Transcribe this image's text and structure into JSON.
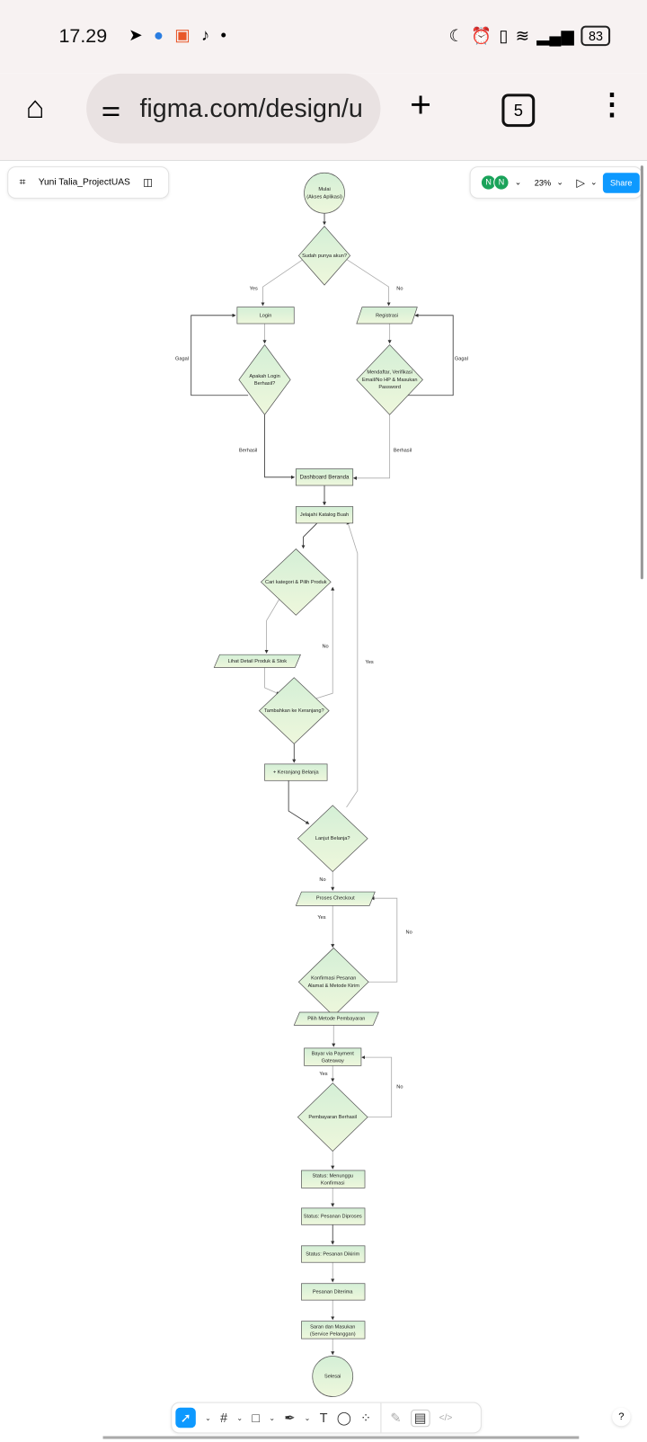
{
  "status_bar": {
    "time": "17.29",
    "battery": "83"
  },
  "browser": {
    "url": "figma.com/design/u",
    "tab_count": "5"
  },
  "figma": {
    "file_name": "Yuni Talia_ProjectUAS",
    "avatars": [
      "N",
      "N"
    ],
    "zoom": "23%",
    "share_label": "Share",
    "help_label": "?"
  },
  "flowchart": {
    "start": [
      "Mulai",
      "(Akses Aplikasi)"
    ],
    "has_account": [
      "Sudah punya akun?"
    ],
    "login": [
      "Login"
    ],
    "register": [
      "Registrasi"
    ],
    "login_ok": [
      "Apakah Login",
      "Berhasil?"
    ],
    "signup": [
      "Mendaftar, Verifikasi",
      "Email/No HP & Masukan",
      "Password"
    ],
    "dashboard": [
      "Dashboard Beranda"
    ],
    "browse": [
      "Jelajahi Katalog Buah"
    ],
    "search": [
      "Cari kategori & Pilih Produk"
    ],
    "detail": [
      "Lihat Detail Produk & Stok"
    ],
    "add_cart_q": [
      "Tambahkan ke Keranjang?"
    ],
    "cart": [
      "+ Keranjang Belanja"
    ],
    "continue_q": [
      "Lanjut Belanja?"
    ],
    "checkout": [
      "Proses Checkout"
    ],
    "confirm": [
      "Konfirmasi Pesanan",
      "Alamat & Metode Kirim"
    ],
    "pay_method": [
      "Pilih Metode Pembayaran"
    ],
    "pay": [
      "Bayar via Payment",
      "Gateaway"
    ],
    "pay_ok": [
      "Pembayaran Berhasil"
    ],
    "st_wait": [
      "Status: Menunggu",
      "Konfirmasi"
    ],
    "st_process": [
      "Status: Pesanan Diproses"
    ],
    "st_ship": [
      "Status: Pesanan Dikirim"
    ],
    "received": [
      "Pesanan Diterima"
    ],
    "feedback": [
      "Saran dan Masukan",
      "(Service Pelanggan)"
    ],
    "end": [
      "Selesai"
    ],
    "labels": {
      "yes1": "Yes",
      "no1": "No",
      "fail1": "Gagal",
      "fail2": "Gagal",
      "ok1": "Berhasil",
      "ok2": "Berhasil",
      "no2": "No",
      "yes2": "Yes",
      "no3": "No",
      "yes3": "Yes",
      "no4": "No",
      "yes4": "Yes",
      "no5": "No"
    }
  }
}
